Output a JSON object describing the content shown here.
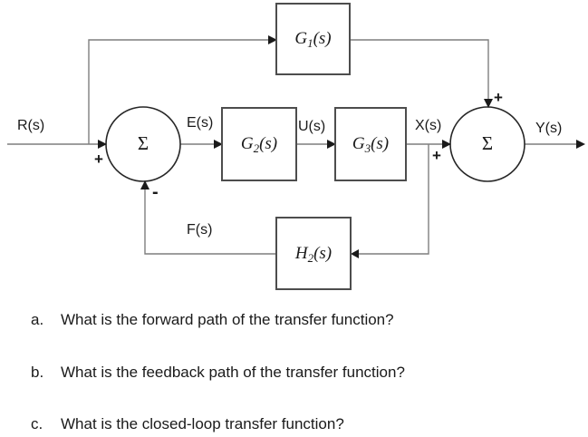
{
  "diagram": {
    "signals": {
      "r": "R(s)",
      "e": "E(s)",
      "u": "U(s)",
      "x": "X(s)",
      "y": "Y(s)",
      "f": "F(s)"
    },
    "blocks": {
      "g1": {
        "pre": "G",
        "sub": "1",
        "post": "(s)"
      },
      "g2": {
        "pre": "G",
        "sub": "2",
        "post": "(s)"
      },
      "g3": {
        "pre": "G",
        "sub": "3",
        "post": "(s)"
      },
      "h2": {
        "pre": "H",
        "sub": "2",
        "post": "(s)"
      }
    },
    "summers": {
      "symbol": "Σ",
      "sum1_plus": "+",
      "sum1_minus": "-",
      "sum2_top_plus": "+",
      "sum2_left_plus": "+"
    }
  },
  "questions": [
    {
      "label": "a.",
      "text": "What is the forward path of the transfer function?"
    },
    {
      "label": "b.",
      "text": "What is the feedback path of the transfer function?"
    },
    {
      "label": "c.",
      "text": "What is the closed-loop transfer function?"
    }
  ],
  "colors": {
    "background": "#ffffff",
    "wire": "#7f7f7f",
    "block_border": "#4d4d4d",
    "circle_stroke": "#262626",
    "arrowhead": "#1a1a1a",
    "text": "#1a1a1a"
  }
}
